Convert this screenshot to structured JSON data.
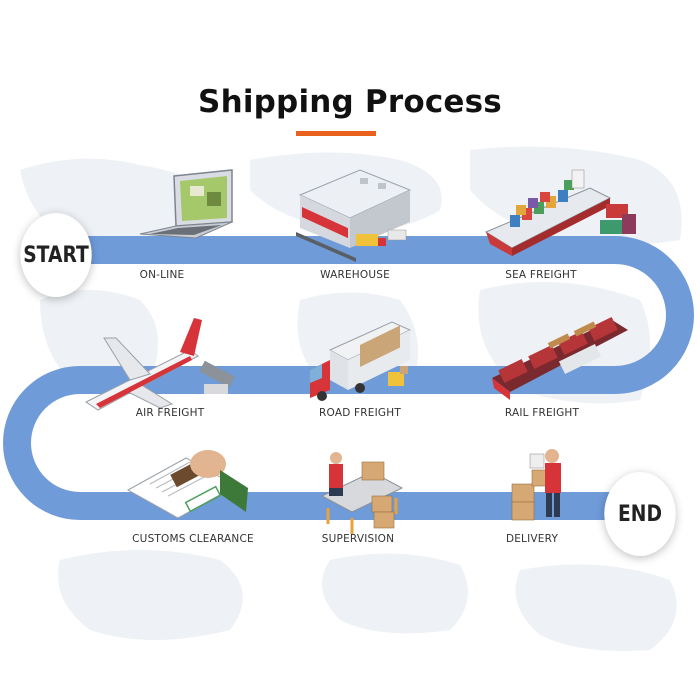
{
  "title": "Shipping Process",
  "start_label": "START",
  "end_label": "END",
  "steps": [
    {
      "label": "ON-LINE",
      "icon": "laptop-icon"
    },
    {
      "label": "WAREHOUSE",
      "icon": "warehouse-icon"
    },
    {
      "label": "SEA FREIGHT",
      "icon": "cargo-ship-icon"
    },
    {
      "label": "AIR FREIGHT",
      "icon": "airplane-icon"
    },
    {
      "label": "ROAD FREIGHT",
      "icon": "truck-icon"
    },
    {
      "label": "RAIL FREIGHT",
      "icon": "train-icon"
    },
    {
      "label": "CUSTOMS CLEARANCE",
      "icon": "stamp-document-icon"
    },
    {
      "label": "SUPERVISION",
      "icon": "conveyor-worker-icon"
    },
    {
      "label": "DELIVERY",
      "icon": "delivery-person-icon"
    }
  ],
  "colors": {
    "path": "#6f9bd9",
    "accent": "#e8621e",
    "map": "#eef1f5"
  }
}
